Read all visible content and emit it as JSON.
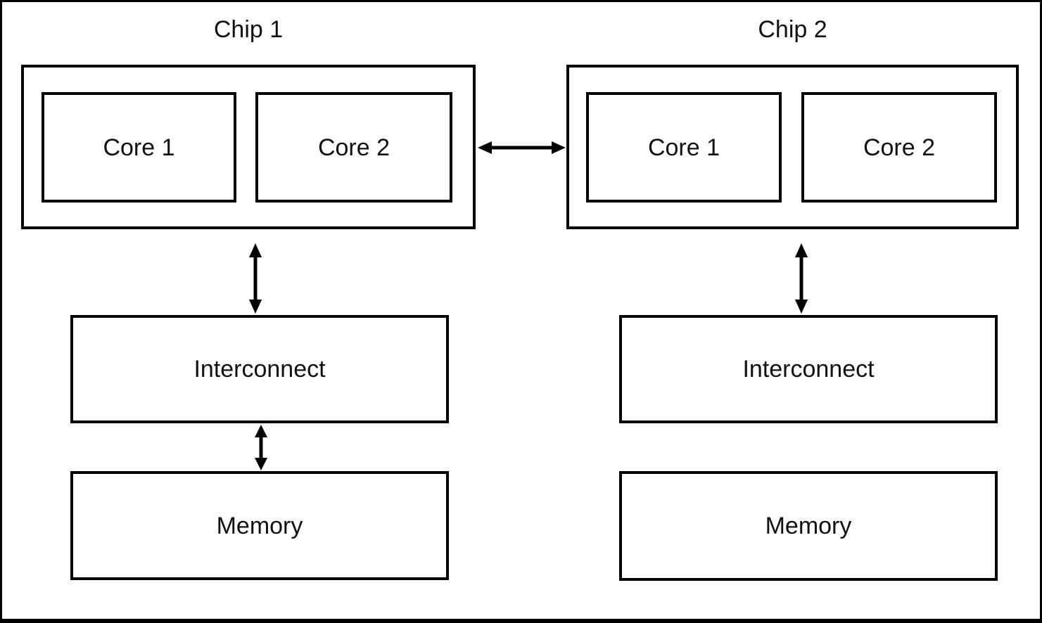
{
  "page": {
    "background_color": "#ffffff",
    "line_color": "#000000",
    "text_color": "#111111"
  },
  "chip1": {
    "title": "Chip 1",
    "cores": [
      {
        "label": "Core 1"
      },
      {
        "label": "Core 2"
      }
    ],
    "interconnect_label": "Interconnect",
    "memory_label": "Memory"
  },
  "chip2": {
    "title": "Chip 2",
    "cores": [
      {
        "label": "Core 1"
      },
      {
        "label": "Core 2"
      }
    ],
    "interconnect_label": "Interconnect",
    "memory_label": "Memory"
  },
  "connections": [
    {
      "from": "chip1",
      "to": "chip2",
      "bidirectional": true
    },
    {
      "from": "chip1",
      "to": "interconnect1",
      "bidirectional": true
    },
    {
      "from": "chip2",
      "to": "interconnect2",
      "bidirectional": true
    },
    {
      "from": "interconnect1",
      "to": "memory1",
      "bidirectional": true
    }
  ]
}
